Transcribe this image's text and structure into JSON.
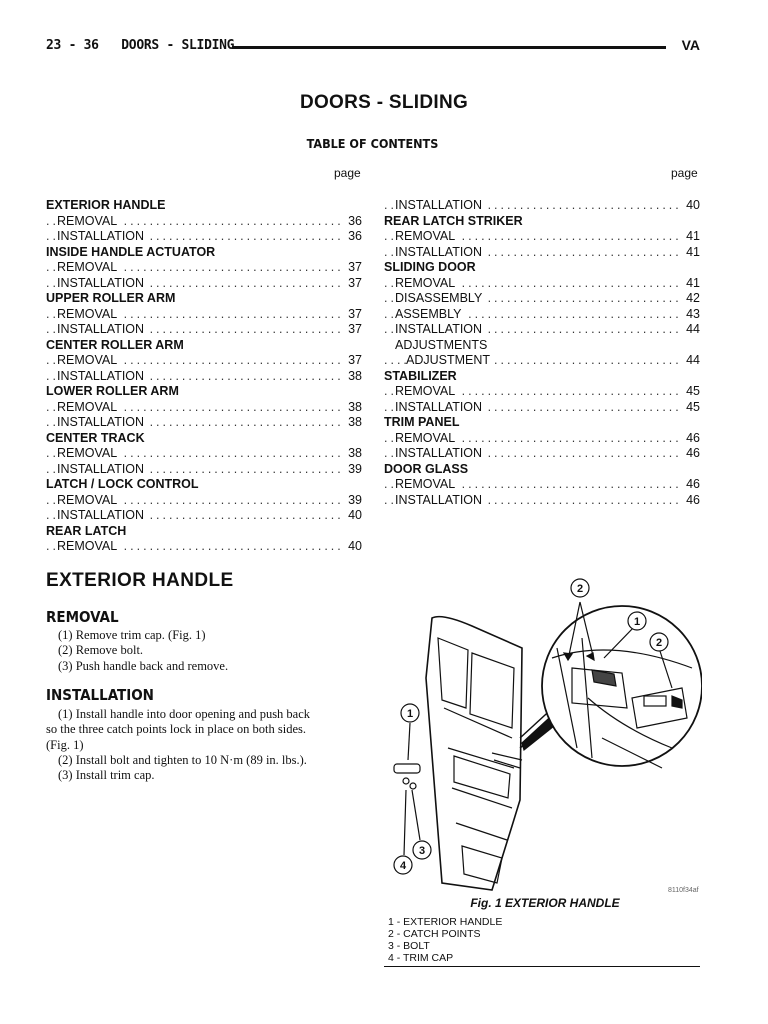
{
  "header": {
    "page_ref": "23 - 36",
    "section": "DOORS - SLIDING",
    "code": "VA"
  },
  "title": "DOORS - SLIDING",
  "toc_title": "TABLE OF CONTENTS",
  "page_label": "page",
  "toc_left": [
    {
      "text": "EXTERIOR HANDLE",
      "page": "",
      "level": 0
    },
    {
      "text": "REMOVAL",
      "page": "36",
      "level": 1
    },
    {
      "text": "INSTALLATION",
      "page": "36",
      "level": 1
    },
    {
      "text": "INSIDE HANDLE ACTUATOR",
      "page": "",
      "level": 0
    },
    {
      "text": "REMOVAL",
      "page": "37",
      "level": 1
    },
    {
      "text": "INSTALLATION",
      "page": "37",
      "level": 1
    },
    {
      "text": "UPPER ROLLER ARM",
      "page": "",
      "level": 0
    },
    {
      "text": "REMOVAL",
      "page": "37",
      "level": 1
    },
    {
      "text": "INSTALLATION",
      "page": "37",
      "level": 1
    },
    {
      "text": "CENTER ROLLER ARM",
      "page": "",
      "level": 0
    },
    {
      "text": "REMOVAL",
      "page": "37",
      "level": 1
    },
    {
      "text": "INSTALLATION",
      "page": "38",
      "level": 1
    },
    {
      "text": "LOWER ROLLER ARM",
      "page": "",
      "level": 0
    },
    {
      "text": "REMOVAL",
      "page": "38",
      "level": 1
    },
    {
      "text": "INSTALLATION",
      "page": "38",
      "level": 1
    },
    {
      "text": "CENTER TRACK",
      "page": "",
      "level": 0
    },
    {
      "text": "REMOVAL",
      "page": "38",
      "level": 1
    },
    {
      "text": "INSTALLATION",
      "page": "39",
      "level": 1
    },
    {
      "text": "LATCH / LOCK CONTROL",
      "page": "",
      "level": 0
    },
    {
      "text": "REMOVAL",
      "page": "39",
      "level": 1
    },
    {
      "text": "INSTALLATION",
      "page": "40",
      "level": 1
    },
    {
      "text": "REAR LATCH",
      "page": "",
      "level": 0
    },
    {
      "text": "REMOVAL",
      "page": "40",
      "level": 1
    }
  ],
  "toc_right": [
    {
      "text": "INSTALLATION",
      "page": "40",
      "level": 1
    },
    {
      "text": "REAR LATCH STRIKER",
      "page": "",
      "level": 0
    },
    {
      "text": "REMOVAL",
      "page": "41",
      "level": 1
    },
    {
      "text": "INSTALLATION",
      "page": "41",
      "level": 1
    },
    {
      "text": "SLIDING DOOR",
      "page": "",
      "level": 0
    },
    {
      "text": "REMOVAL",
      "page": "41",
      "level": 1
    },
    {
      "text": "DISASSEMBLY",
      "page": "42",
      "level": 1
    },
    {
      "text": "ASSEMBLY",
      "page": "43",
      "level": 1
    },
    {
      "text": "INSTALLATION",
      "page": "44",
      "level": 1
    },
    {
      "text": "ADJUSTMENTS",
      "page": "",
      "level": 1
    },
    {
      "text": "ADJUSTMENT",
      "page": "44",
      "level": 2
    },
    {
      "text": "STABILIZER",
      "page": "",
      "level": 0
    },
    {
      "text": "REMOVAL",
      "page": "45",
      "level": 1
    },
    {
      "text": "INSTALLATION",
      "page": "45",
      "level": 1
    },
    {
      "text": "TRIM PANEL",
      "page": "",
      "level": 0
    },
    {
      "text": "REMOVAL",
      "page": "46",
      "level": 1
    },
    {
      "text": "INSTALLATION",
      "page": "46",
      "level": 1
    },
    {
      "text": "DOOR GLASS",
      "page": "",
      "level": 0
    },
    {
      "text": "REMOVAL",
      "page": "46",
      "level": 1
    },
    {
      "text": "INSTALLATION",
      "page": "46",
      "level": 1
    }
  ],
  "section_title": "EXTERIOR HANDLE",
  "removal": {
    "heading": "REMOVAL",
    "lines": [
      "(1) Remove trim cap. (Fig. 1)",
      "(2) Remove bolt.",
      "(3) Push handle back and remove."
    ]
  },
  "installation": {
    "heading": "INSTALLATION",
    "lines": [
      "(1) Install handle into door opening and push back",
      "so the three catch points lock in place on both sides.",
      "(Fig. 1)",
      "(2) Install bolt and tighten to 10 N·m (89 in. lbs.).",
      "(3) Install trim cap."
    ]
  },
  "figure": {
    "caption": "Fig. 1 EXTERIOR HANDLE",
    "callouts": [
      "1",
      "2",
      "2",
      "1",
      "3",
      "4"
    ],
    "code": "8110f34af",
    "legend": [
      "1 - EXTERIOR HANDLE",
      "2 - CATCH POINTS",
      "3 - BOLT",
      "4 - TRIM CAP"
    ]
  }
}
